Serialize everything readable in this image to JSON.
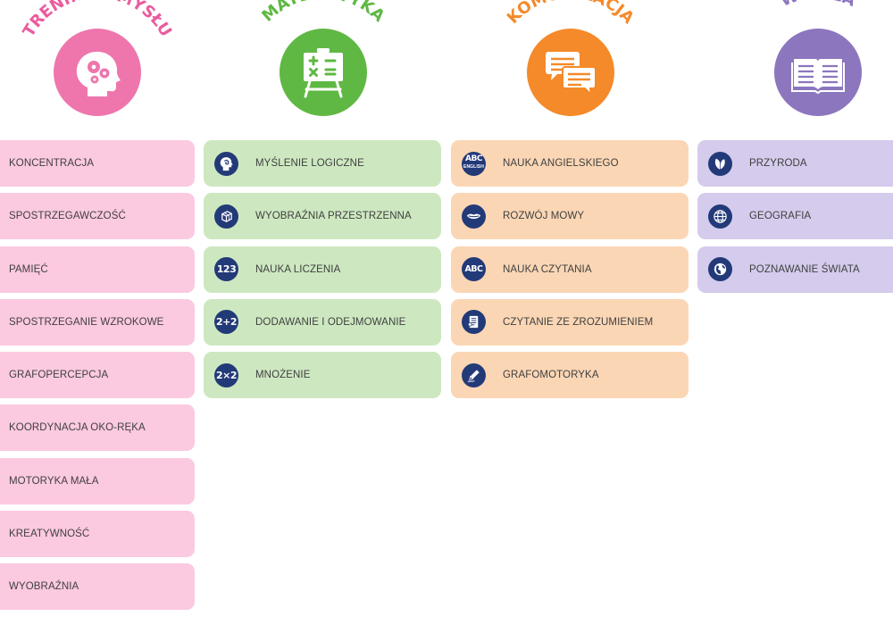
{
  "columns": [
    {
      "title": "TRENING UMYSŁU",
      "color": "#ee76ad",
      "icon": "brain-gears-icon",
      "items": [
        "KONCENTRACJA",
        "SPOSTRZEGAWCZOŚĆ",
        "PAMIĘĆ",
        "SPOSTRZEGANIE WZROKOWE",
        "GRAFOPERCEPCJA",
        "KOORDYNACJA OKO-RĘKA",
        "MOTORYKA MAŁA",
        "KREATYWNOŚĆ",
        "WYOBRAŹNIA"
      ]
    },
    {
      "title": "MATEMATYKA",
      "color": "#5fb843",
      "icon": "math-board-icon",
      "items": [
        {
          "label": "MYŚLENIE LOGICZNE",
          "icon": "head-logic-icon"
        },
        {
          "label": "WYOBRAŹNIA PRZESTRZENNA",
          "icon": "cube-icon"
        },
        {
          "label": "NAUKA LICZENIA",
          "icon": "numbers-123-icon",
          "glyph": "123"
        },
        {
          "label": "DODAWANIE I ODEJMOWANIE",
          "icon": "addition-icon",
          "glyph": "2+2"
        },
        {
          "label": "MNOŻENIE",
          "icon": "multiplication-icon",
          "glyph": "2×2"
        }
      ]
    },
    {
      "title": "KOMUNIKACJA",
      "color": "#f48a2a",
      "icon": "speech-bubbles-icon",
      "items": [
        {
          "label": "NAUKA ANGIELSKIEGO",
          "icon": "abc-english-icon",
          "glyph": "ABC",
          "sub": "English"
        },
        {
          "label": "ROZWÓJ MOWY",
          "icon": "mouth-icon"
        },
        {
          "label": "NAUKA CZYTANIA",
          "icon": "abc-reading-icon",
          "glyph": "ABC"
        },
        {
          "label": "CZYTANIE ZE ZROZUMIENIEM",
          "icon": "document-reading-icon"
        },
        {
          "label": "GRAFOMOTORYKA",
          "icon": "pencil-icon"
        }
      ]
    },
    {
      "title": "WIEDZA",
      "color": "#8c76be",
      "icon": "open-book-icon",
      "items": [
        {
          "label": "PRZYRODA",
          "icon": "leaf-icon"
        },
        {
          "label": "GEOGRAFIA",
          "icon": "globe-icon"
        },
        {
          "label": "POZNAWANIE ŚWIATA",
          "icon": "earth-icon"
        }
      ]
    }
  ]
}
